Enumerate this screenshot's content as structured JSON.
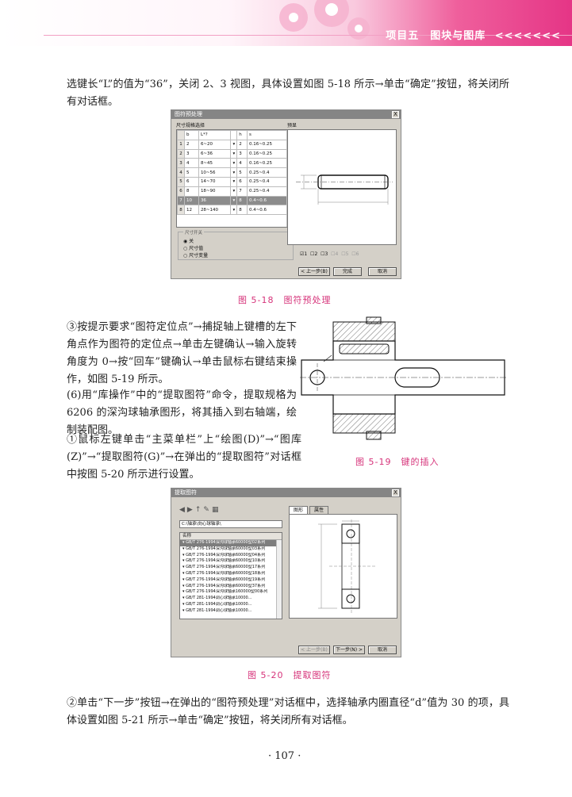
{
  "header": {
    "title": "项目五　图块与图库",
    "chevrons": "<<<<<<<"
  },
  "paragraphs": {
    "p1": "选键长“L”的值为“36”，关闭 2、3 视图，具体设置如图 5-18 所示→单击“确定”按钮，将关闭所有对话框。",
    "p2": "③按提示要求“图符定位点”→捕捉轴上键槽的左下角点作为图符的定位点→单击左键确认→输入旋转角度为 0→按“回车”键确认→单击鼠标右键结束操作，如图 5-19 所示。",
    "p3": "(6)用“库操作”中的“提取图符”命令，提取规格为 6206 的深沟球轴承图形，将其插入到右轴端，绘制装配图。",
    "p4": "①鼠标左键单击“主菜单栏”上“绘图(D)”→“图库(Z)”→“提取图符(G)”→在弹出的“提取图符”对话框中按图 5-20 所示进行设置。",
    "p5": "②单击“下一步”按钮→在弹出的“图符预处理”对话框中，选择轴承内圈直径“d”值为 30 的项，具体设置如图 5-21 所示→单击“确定”按钮，将关闭所有对话框。"
  },
  "captions": {
    "fig18": "图 5-18　图符预处理",
    "fig19": "图 5-19　键的插入",
    "fig20": "图 5-20　提取图符"
  },
  "page_number": "· 107 ·",
  "dialog1": {
    "title": "图符预处理",
    "close": "X",
    "group_label": "尺寸规格选择",
    "preview_label": "预显",
    "columns": [
      "",
      "b",
      "L*?",
      "h",
      "s"
    ],
    "rows": [
      [
        "1",
        "2",
        "6~20",
        "2",
        "0.16~0.25"
      ],
      [
        "2",
        "3",
        "6~36",
        "3",
        "0.16~0.25"
      ],
      [
        "3",
        "4",
        "8~45",
        "4",
        "0.16~0.25"
      ],
      [
        "4",
        "5",
        "10~56",
        "5",
        "0.25~0.4"
      ],
      [
        "5",
        "6",
        "14~70",
        "6",
        "0.25~0.4"
      ],
      [
        "6",
        "8",
        "18~90",
        "7",
        "0.25~0.4"
      ],
      [
        "7",
        "10",
        "36",
        "8",
        "0.4~0.6"
      ],
      [
        "8",
        "12",
        "28~140",
        "8",
        "0.4~0.6"
      ]
    ],
    "selected_row": 6,
    "radio_group_label": "尺寸开关",
    "radios": [
      "关",
      "尺寸值",
      "尺寸变量"
    ],
    "checks": [
      "1",
      "2",
      "3",
      "4",
      "5",
      "6"
    ],
    "buttons": {
      "prev": "< 上一步(B)",
      "finish": "完成",
      "cancel": "取消"
    }
  },
  "dialog2": {
    "title": "提取图符",
    "path": "C:\\轴承\\向心球轴承\\",
    "list_header": "名称",
    "items": [
      "GB/T 276-1994深沟球轴承60000型02系列",
      "GB/T 276-1994深沟球轴承60000型03系列",
      "GB/T 276-1994深沟球轴承60000型04系列",
      "GB/T 276-1994深沟球轴承60000型10系列",
      "GB/T 276-1994深沟球轴承60000型17系列",
      "GB/T 276-1994深沟球轴承60000型18系列",
      "GB/T 276-1994深沟球轴承60000型19系列",
      "GB/T 276-1994深沟球轴承60000型37系列",
      "GB/T 276-1994深沟球轴承160000型00系列",
      "GB/T 281-1994调心球轴承10000...",
      "GB/T 281-1994调心球轴承10000...",
      "GB/T 281-1994调心球轴承10000..."
    ],
    "selected_item": 0,
    "tabs": [
      "图形",
      "属性"
    ],
    "buttons": {
      "prev": "< 上一步(B)",
      "next": "下一步(N) >",
      "cancel": "取消"
    }
  }
}
